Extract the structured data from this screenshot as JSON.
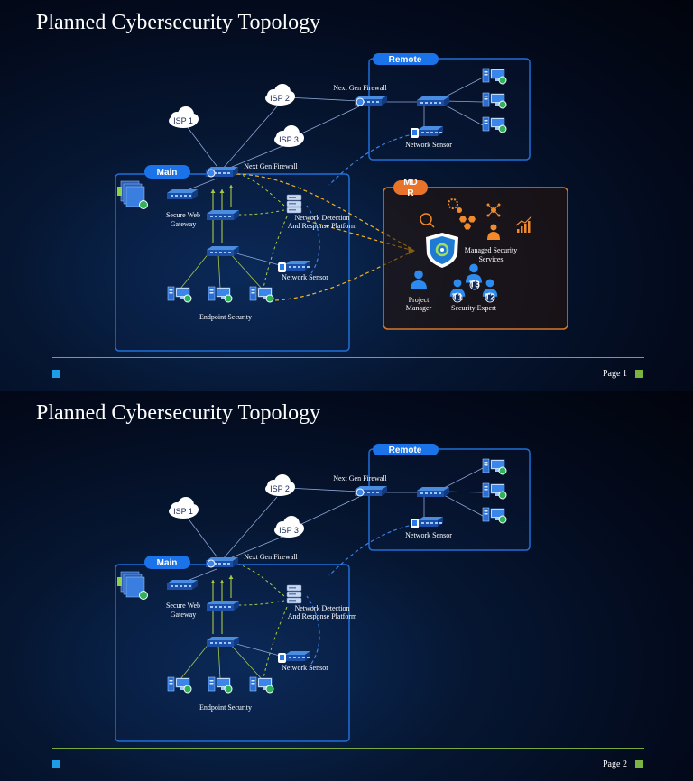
{
  "pages": [
    {
      "title": "Planned Cybersecurity Topology",
      "page_label": "Page",
      "page_number": "1",
      "show_mdr": true
    },
    {
      "title": "Planned Cybersecurity Topology",
      "page_label": "Page",
      "page_number": "2",
      "show_mdr": false
    }
  ],
  "diagram": {
    "isp1": "ISP 1",
    "isp2": "ISP 2",
    "isp3": "ISP 3",
    "remote_label": "Remote",
    "main_label": "Main",
    "remote_firewall": "Next Gen Firewall",
    "main_firewall": "Next Gen Firewall",
    "remote_sensor": "Network Sensor",
    "main_sensor": "Network Sensor",
    "swg_line1": "Secure Web",
    "swg_line2": "Gateway",
    "ndr_line1": "Network Detection",
    "ndr_line2": "And Response Platform",
    "endpoint": "Endpoint Security"
  },
  "mdr": {
    "title_line1": "MD",
    "title_line2": "R",
    "mss_line1": "Managed Security",
    "mss_line2": "Services",
    "pm_line1": "Project",
    "pm_line2": "Manager",
    "expert": "Security Expert",
    "t1": "T1",
    "t2": "T2",
    "t3": "T3"
  },
  "colors": {
    "box_stroke": "#1f6fd8",
    "pill": "#1a73e8",
    "mdr_stroke": "#d8762a",
    "mdr_pill": "#e8732a",
    "link_blue": "#3f7fe0",
    "link_green": "#a8c948",
    "link_yellow": "#f0b31e",
    "footer_line": "#7aa93b"
  }
}
